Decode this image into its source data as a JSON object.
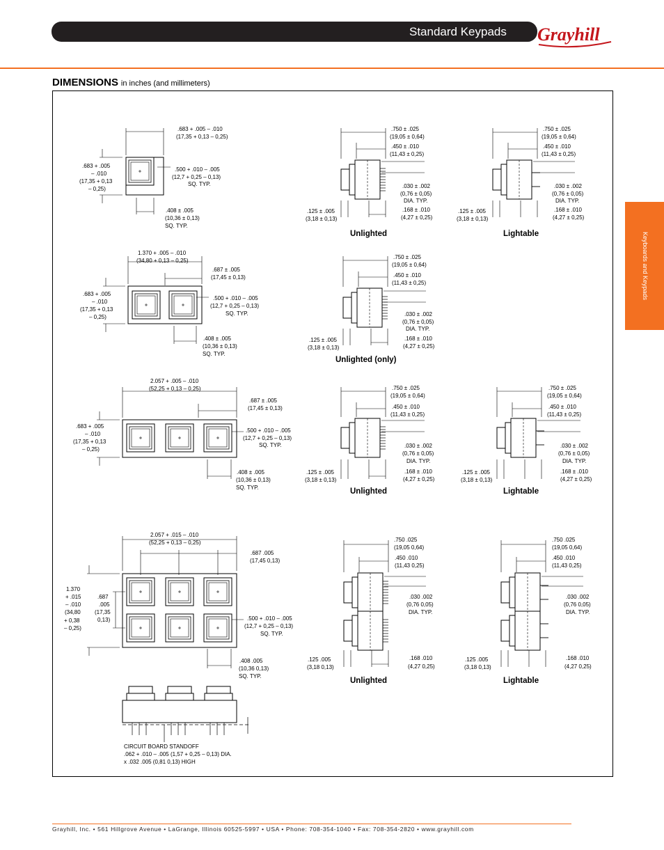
{
  "header": {
    "title": "Standard Keypads",
    "logo_text": "Grayhill"
  },
  "section": {
    "heading": "DIMENSIONS",
    "subheading": "in inches (and millimeters)"
  },
  "side_tab": {
    "label": "Keyboards and Keypads"
  },
  "footer": {
    "text": "Grayhill, Inc. • 561 Hillgrove Avenue • LaGrange, Illinois 60525-5997 • USA • Phone: 708-354-1040 • Fax: 708-354-2820 • www.grayhill.com"
  },
  "captions": {
    "unlighted_1": "Unlighted",
    "lightable_1": "Lightable",
    "unlighted_only": "Unlighted (only)",
    "unlighted_3": "Unlighted",
    "lightable_3": "Lightable",
    "unlighted_4": "Unlighted",
    "lightable_4": "Lightable"
  },
  "drawing1": {
    "w1": ".683 + .005 – .010",
    "w2": "(17,35 + 0,13 – 0,25)",
    "h1": ".683 + .005",
    "h2": "– .010",
    "h3": "(17,35 + 0,13",
    "h4": "– 0,25)",
    "k1": ".500 + .010 – .005",
    "k2": "(12,7 + 0,25 – 0,13)",
    "k3": "SQ. TYP.",
    "p1": ".408 ± .005",
    "p2": "(10,36 ± 0,13)",
    "p3": "SQ. TYP."
  },
  "drawing2": {
    "w1": "1.370 + .005 – .010",
    "w2": "(34,80 + 0,13 – 0,25)",
    "c1": ".687 ± .005",
    "c2": "(17,45 ± 0,13)",
    "h1": ".683 + .005",
    "h2": "– .010",
    "h3": "(17,35 + 0,13",
    "h4": "– 0,25)",
    "k1": ".500 + .010 – .005",
    "k2": "(12,7 + 0,25 – 0,13)",
    "k3": "SQ. TYP.",
    "p1": ".408 ± .005",
    "p2": "(10,36 ± 0,13)",
    "p3": "SQ. TYP."
  },
  "drawing3": {
    "w1": "2.057 + .005 – .010",
    "w2": "(52,25 + 0,13 – 0,25)",
    "c1": ".687 ± .005",
    "c2": "(17,45 ± 0,13)",
    "h1": ".683 + .005",
    "h2": "– .010",
    "h3": "(17,35 + 0,13",
    "h4": "– 0,25)",
    "k1": ".500 + .010 – .005",
    "k2": "(12,7 + 0,25 – 0,13)",
    "k3": "SQ. TYP.",
    "p1": ".408 ± .005",
    "p2": "(10,36 ± 0,13)",
    "p3": "SQ. TYP."
  },
  "drawing4": {
    "w1": "2.057 + .015 – .010",
    "w2": "(52,25 + 0,13 – 0,25)",
    "c1": ".687 .005",
    "c2": "(17,45 0,13)",
    "h1": "1.370",
    "h2": "+ .015",
    "h3": "– .010",
    "h4": "(34,80",
    "h5": "+ 0,38",
    "h6": "– 0,25)",
    "v1": ".687",
    "v2": ".005",
    "v3": "(17,35",
    "v4": "0,13)",
    "k1": ".500 + .010 – .005",
    "k2": "(12,7 + 0,25 – 0,13)",
    "k3": "SQ. TYP.",
    "p1": ".408 .005",
    "p2": "(10,36 0,13)",
    "p3": "SQ. TYP.",
    "s1": "CIRCUIT BOARD STANDOFF",
    "s2": ".062 + .010 – .005 (1,57 + 0,25 – 0,13) DIA.",
    "s3": "x .032 .005 (0,81 0,13) HIGH"
  },
  "side_pm": {
    "a1": ".750 ± .025",
    "a2": "(19,05 ± 0,64)",
    "b1": ".450 ± .010",
    "b2": "(11,43 ± 0,25)",
    "c1": ".030 ± .002",
    "c2": "(0,76 ± 0,05)",
    "c3": "DIA. TYP.",
    "d1": ".168 ± .010",
    "d2": "(4,27 ± 0,25)",
    "e1": ".125 ± .005",
    "e2": "(3,18 ± 0,13)"
  },
  "side_plain": {
    "a1": ".750 .025",
    "a2": "(19,05 0,64)",
    "b1": ".450 .010",
    "b2": "(11,43 0,25)",
    "c1": ".030 .002",
    "c2": "(0,76 0,05)",
    "c3": "DIA. TYP.",
    "d1": ".168 .010",
    "d2": "(4,27 0,25)",
    "e1": ".125 .005",
    "e2": "(3,18 0,13)"
  }
}
